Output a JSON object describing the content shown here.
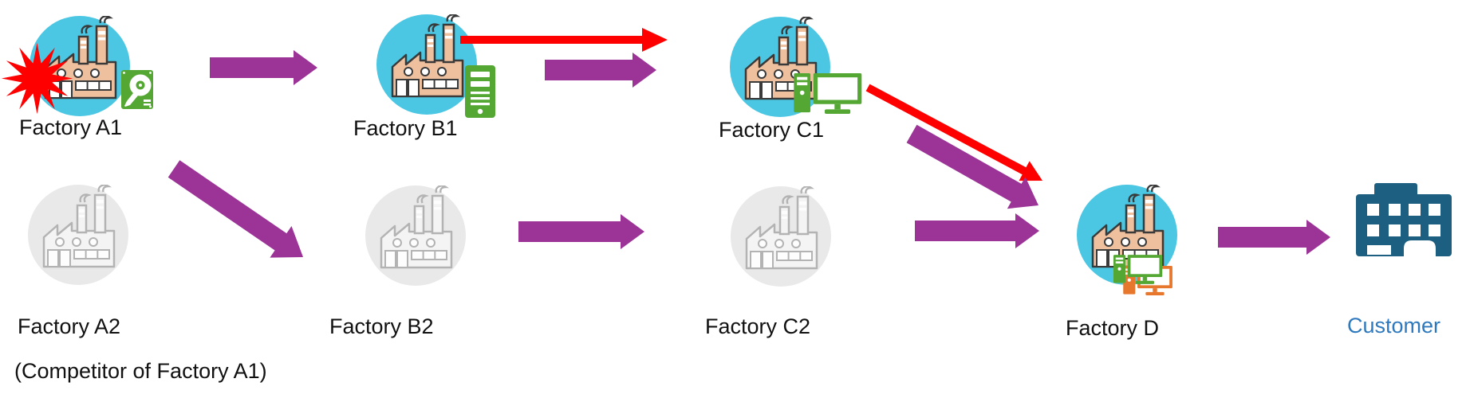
{
  "colors": {
    "arrow_purple": "#9C3397",
    "arrow_red": "#FF0000",
    "incident_red": "#FF0000",
    "node_active_bg": "#4BC7E3",
    "node_inactive_bg": "#E9E9E9",
    "factory_wall": "#EFC09E",
    "factory_outline": "#3A3A3A",
    "factory_inactive_outline": "#B3B3B3",
    "icon_green": "#54A733",
    "icon_orange": "#E8772E",
    "customer_building": "#1D5F80",
    "customer_label": "#2E79BE",
    "label_color": "#111111"
  },
  "nodes": {
    "a1": {
      "label": "Factory A1",
      "state": "active",
      "status": "disrupted",
      "badges": [
        "explosion",
        "hard-drive"
      ]
    },
    "b1": {
      "label": "Factory B1",
      "state": "active",
      "badges": [
        "server"
      ]
    },
    "c1": {
      "label": "Factory C1",
      "state": "active",
      "badges": [
        "desktop-computer"
      ]
    },
    "a2": {
      "label": "Factory A2",
      "note": "(Competitor of Factory A1)",
      "state": "inactive"
    },
    "b2": {
      "label": "Factory B2",
      "state": "inactive"
    },
    "c2": {
      "label": "Factory C2",
      "state": "inactive"
    },
    "d": {
      "label": "Factory D",
      "state": "active",
      "badges": [
        "desktop-computer-green",
        "desktop-computer-orange"
      ]
    },
    "customer": {
      "label": "Customer",
      "type": "office-building"
    }
  },
  "edges": [
    {
      "from": "Factory A1",
      "to": "Factory B1",
      "style": "purple-block-arrow"
    },
    {
      "from": "Factory B1",
      "to": "Factory C1",
      "style": "purple-block-arrow"
    },
    {
      "from": "Factory B1",
      "to": "Factory C1",
      "style": "red-thin-arrow"
    },
    {
      "from": "Factory C1",
      "to": "Factory D",
      "style": "purple-block-arrow"
    },
    {
      "from": "Factory C1",
      "to": "Factory D",
      "style": "red-thin-arrow"
    },
    {
      "from": "Factory A2",
      "to": "Factory B2",
      "style": "purple-block-arrow"
    },
    {
      "from": "Factory B2",
      "to": "Factory C2",
      "style": "purple-block-arrow"
    },
    {
      "from": "Factory C2",
      "to": "Factory D",
      "style": "purple-block-arrow"
    },
    {
      "from": "Factory D",
      "to": "Customer",
      "style": "purple-block-arrow"
    }
  ]
}
